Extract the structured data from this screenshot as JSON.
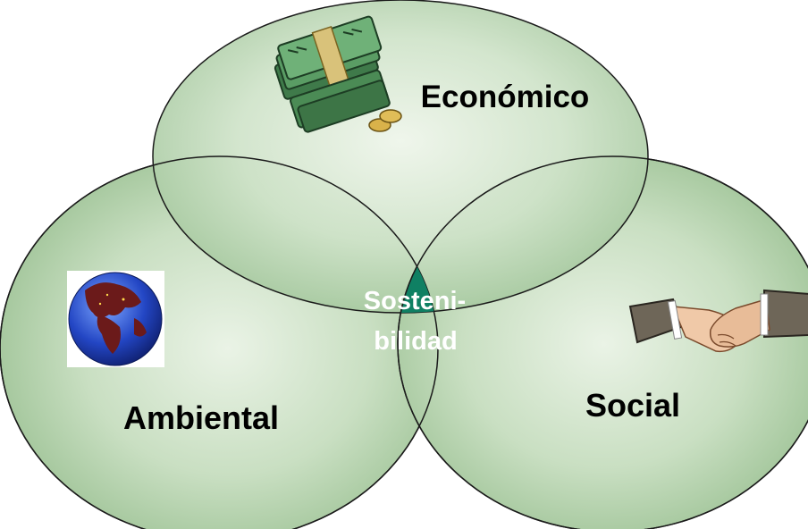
{
  "diagram": {
    "circles": {
      "economic": {
        "label": "Económico"
      },
      "environmental": {
        "label": "Ambiental"
      },
      "social": {
        "label": "Social"
      }
    },
    "center": {
      "line1": "Sosteni-",
      "line2": "bilidad"
    }
  },
  "colors": {
    "circle_fill_light": "#e6f0e2",
    "circle_fill_dark": "#a7c9a0",
    "circle_stroke": "#1b1b1b",
    "center_fill": "#0f8063",
    "center_text": "#ffffff"
  },
  "icons": {
    "economic": "money-stack-icon",
    "environmental": "globe-icon",
    "social": "handshake-icon"
  }
}
